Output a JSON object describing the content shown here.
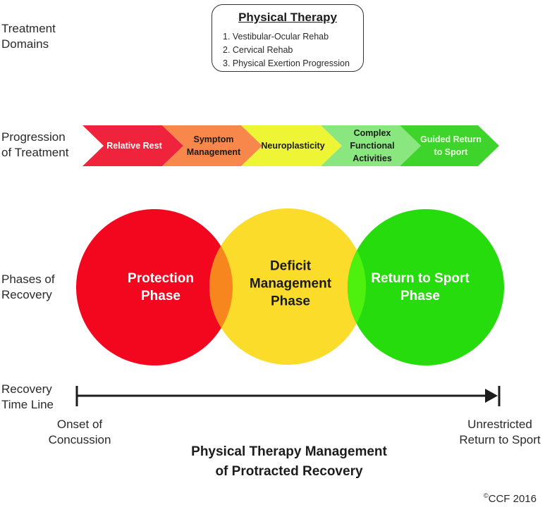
{
  "row_labels": {
    "treatment_domains": "Treatment\nDomains",
    "progression": "Progression\nof Treatment",
    "phases": "Phases of\nRecovery",
    "timeline": "Recovery\nTime Line"
  },
  "physical_therapy": {
    "title": "Physical Therapy",
    "items": [
      "1. Vestibular-Ocular Rehab",
      "2. Cervical Rehab",
      "3. Physical Exertion Progression"
    ]
  },
  "progression": [
    {
      "label": "Relative Rest",
      "lines": [
        "Relative Rest"
      ],
      "color": "#f0233c",
      "text_color": "#ffffff"
    },
    {
      "label": "Symptom Management",
      "lines": [
        "Symptom",
        "Management"
      ],
      "color": "#f7874a",
      "text_color": "#1c1c1c"
    },
    {
      "label": "Neuroplasticity",
      "lines": [
        "Neuroplasticity"
      ],
      "color": "#edf534",
      "text_color": "#1c1c1c"
    },
    {
      "label": "Complex Functional Activities",
      "lines": [
        "Complex",
        "Functional",
        "Activities"
      ],
      "color": "#8ae67e",
      "text_color": "#1c1c1c"
    },
    {
      "label": "Guided Return to Sport",
      "lines": [
        "Guided Return",
        "to Sport"
      ],
      "color": "#3fd42c",
      "text_color": "#e8ffe0"
    }
  ],
  "phases": [
    {
      "label": "Protection Phase",
      "lines": [
        "Protection",
        "Phase"
      ],
      "color": "#f2071f",
      "text_color": "#ffffff"
    },
    {
      "label": "Deficit Management Phase",
      "lines": [
        "Deficit",
        "Management",
        "Phase"
      ],
      "color": "#fbdc2a",
      "text_color": "#1c1c1c"
    },
    {
      "label": "Return to Sport Phase",
      "lines": [
        "Return to Sport",
        "Phase"
      ],
      "color": "#27dc0c",
      "text_color": "#ffffff"
    }
  ],
  "overlap_colors": {
    "red_yellow": "#f7861e",
    "yellow_green": "#4ef00e"
  },
  "timeline": {
    "start_label": "Onset of\nConcussion",
    "end_label": "Unrestricted\nReturn to Sport"
  },
  "footer": {
    "title_line1": "Physical Therapy Management",
    "title_line2": "of Protracted Recovery",
    "copyright_symbol": "©",
    "copyright_text": "CCF 2016"
  }
}
